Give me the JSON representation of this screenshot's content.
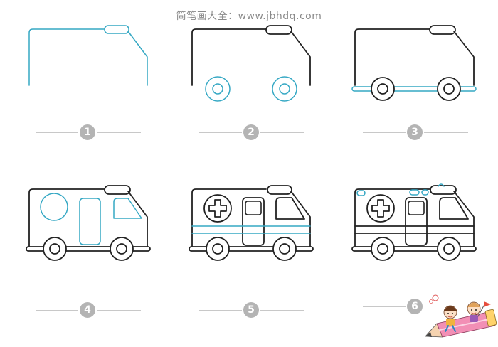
{
  "header": {
    "site_title": "简笔画大全：www.jbhdq.com"
  },
  "steps": [
    {
      "number": "1"
    },
    {
      "number": "2"
    },
    {
      "number": "3"
    },
    {
      "number": "4"
    },
    {
      "number": "5"
    },
    {
      "number": "6"
    }
  ],
  "colors": {
    "stroke": "#222222",
    "highlight": "#35a8c4",
    "step_badge": "#b4b4b4"
  }
}
